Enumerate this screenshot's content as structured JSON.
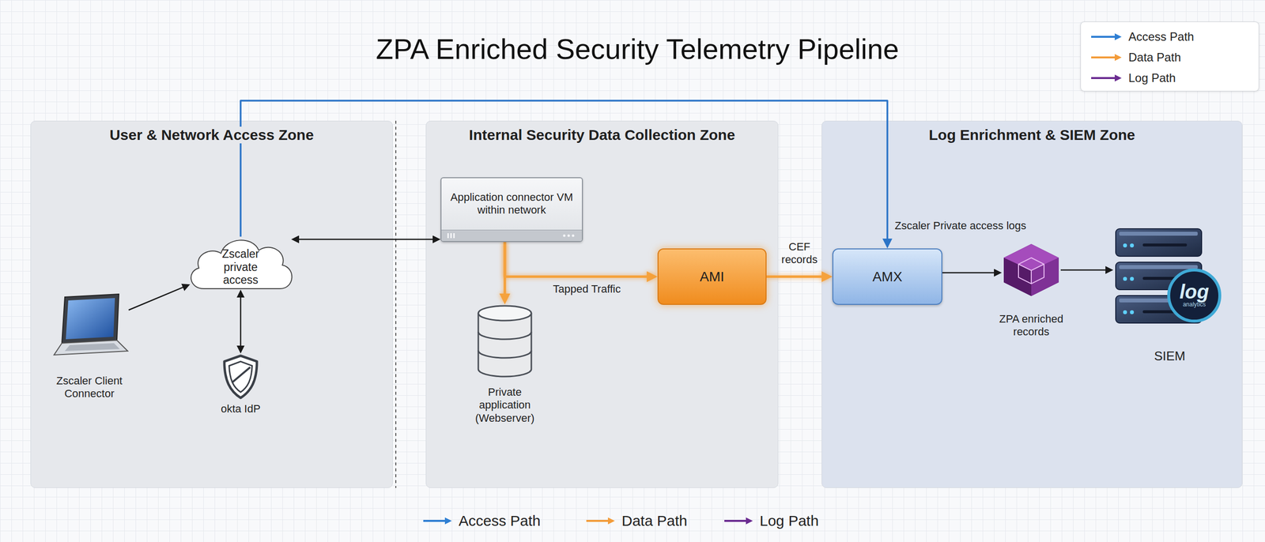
{
  "diagram": {
    "title": "ZPA Enriched Security Telemetry Pipeline",
    "nodes": [
      {
        "text": [
          "User & Network Access Zone"
        ]
      },
      {
        "text": [
          "Zscaler private access"
        ],
        "in": 0
      },
      {
        "text": [
          "Zscaler Client Connector"
        ],
        "in": 0
      },
      {
        "text": [
          "okta IdP"
        ],
        "in": 0
      },
      {
        "text": [
          "Internal Security Data Collection Zone"
        ]
      },
      {
        "text": [
          "Application connector VM within network"
        ],
        "in": 4
      },
      {
        "text": [
          "Private application (Webserver)"
        ],
        "in": 4
      },
      {
        "text": [
          "AMI"
        ],
        "in": 4
      },
      {
        "text": [
          "Log Enrichment & SIEM Zone"
        ]
      },
      {
        "text": [
          "AMX"
        ],
        "in": 8
      },
      {
        "text": [
          "ZPA enriched records"
        ],
        "in": 8
      },
      {
        "text": [
          "SIEM"
        ],
        "in": 8
      }
    ],
    "edges": [
      {
        "from": 2,
        "to": 1,
        "arrow": "to"
      },
      {
        "from": 1,
        "to": 3,
        "arrow": "both"
      },
      {
        "from": 1,
        "to": 5,
        "arrow": "both"
      },
      {
        "from": 1,
        "to": 9,
        "label": "Zscaler Private access logs",
        "arrow": "to"
      },
      {
        "from": 5,
        "to": 6,
        "arrow": "to"
      },
      {
        "from": 5,
        "to": 7,
        "label": "Tapped Traffic",
        "arrow": "to"
      },
      {
        "from": 7,
        "to": 9,
        "label": "CEF records",
        "arrow": "to"
      },
      {
        "from": 9,
        "to": 10,
        "arrow": "to"
      },
      {
        "from": 10,
        "to": 11,
        "arrow": "to"
      }
    ],
    "labels": [
      "log",
      "analytics"
    ],
    "legend": [
      {
        "text": "Access Path"
      },
      {
        "text": "Data Path"
      },
      {
        "text": "Log Path"
      },
      {
        "text": "Access Path"
      },
      {
        "text": "Data Path"
      },
      {
        "text": "Log Path"
      }
    ]
  }
}
